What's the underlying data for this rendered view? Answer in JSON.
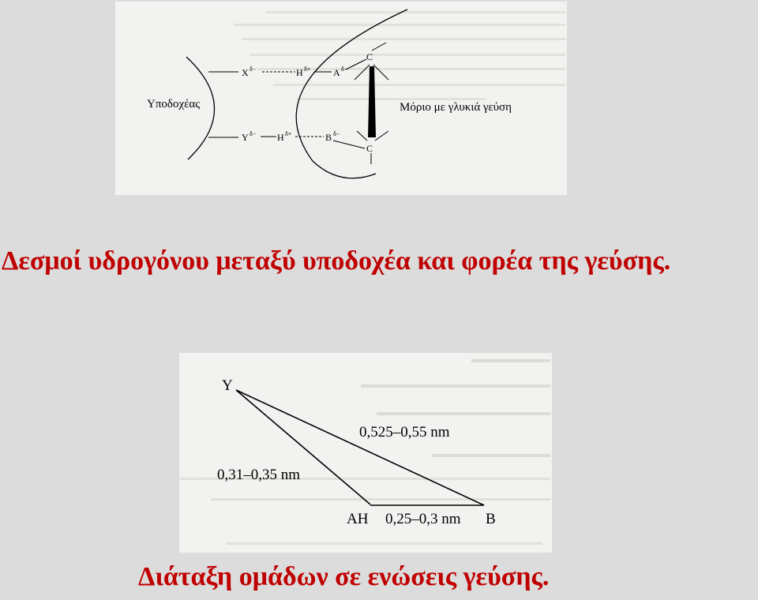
{
  "figure1": {
    "receptor_label": "Υποδοχέας",
    "molecule_label": "Μόριο με γλυκιά γεύση",
    "x_atom": "X",
    "y_atom": "Y",
    "h_atom": "H",
    "a_atom": "A",
    "b_atom": "B",
    "c_atom": "C",
    "delta_minus": "δ−",
    "delta_plus": "δ+"
  },
  "caption1": "Δεσμοί υδρογόνου μεταξύ υποδοχέα και φορέα της γεύσης.",
  "figure2": {
    "vertex_y": "Y",
    "vertex_ah": "AH",
    "vertex_b": "B",
    "dist_y_b": "0,525–0,55 nm",
    "dist_y_ah": "0,31–0,35 nm",
    "dist_ah_b": "0,25–0,3 nm"
  },
  "caption2": "Διάταξη ομάδων σε ενώσεις γεύσης."
}
